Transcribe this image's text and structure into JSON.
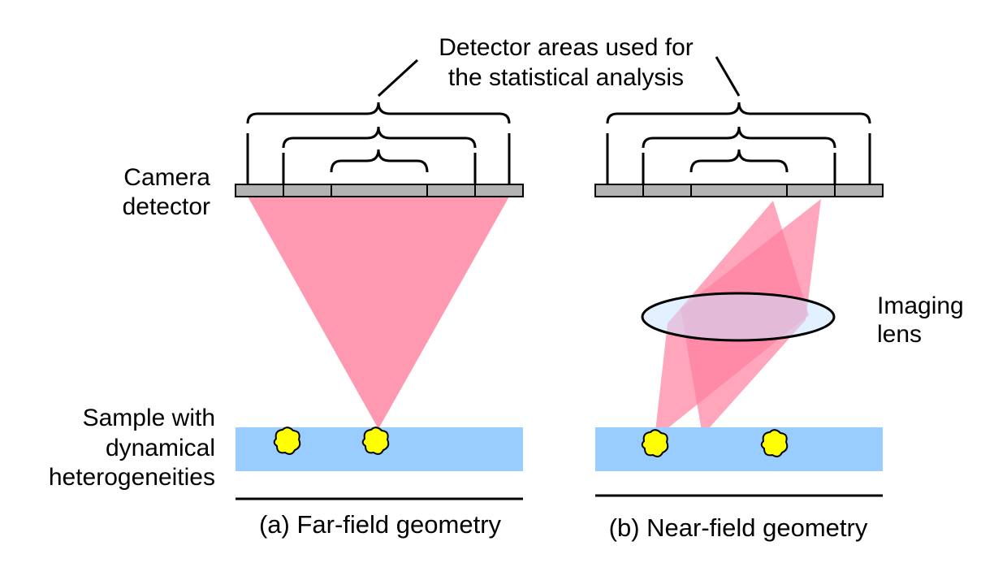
{
  "title_label": [
    "Detector areas used for",
    "the statistical analysis"
  ],
  "camera_label": [
    "Camera",
    "detector"
  ],
  "sample_label": [
    "Sample with",
    "dynamical",
    "heterogeneities"
  ],
  "lens_label": [
    "Imaging",
    "lens"
  ],
  "caption_a": "(a) Far-field geometry",
  "caption_b": "(b) Near-field geometry",
  "colors": {
    "beam": "#ff7f9f",
    "sample": "#99ccff",
    "detector": "#b3b3b3",
    "particle": "#ffff00",
    "lens": "#cce4ff"
  },
  "icons": [
    "bracket-icon",
    "speckle-particle-icon",
    "lens-icon"
  ]
}
